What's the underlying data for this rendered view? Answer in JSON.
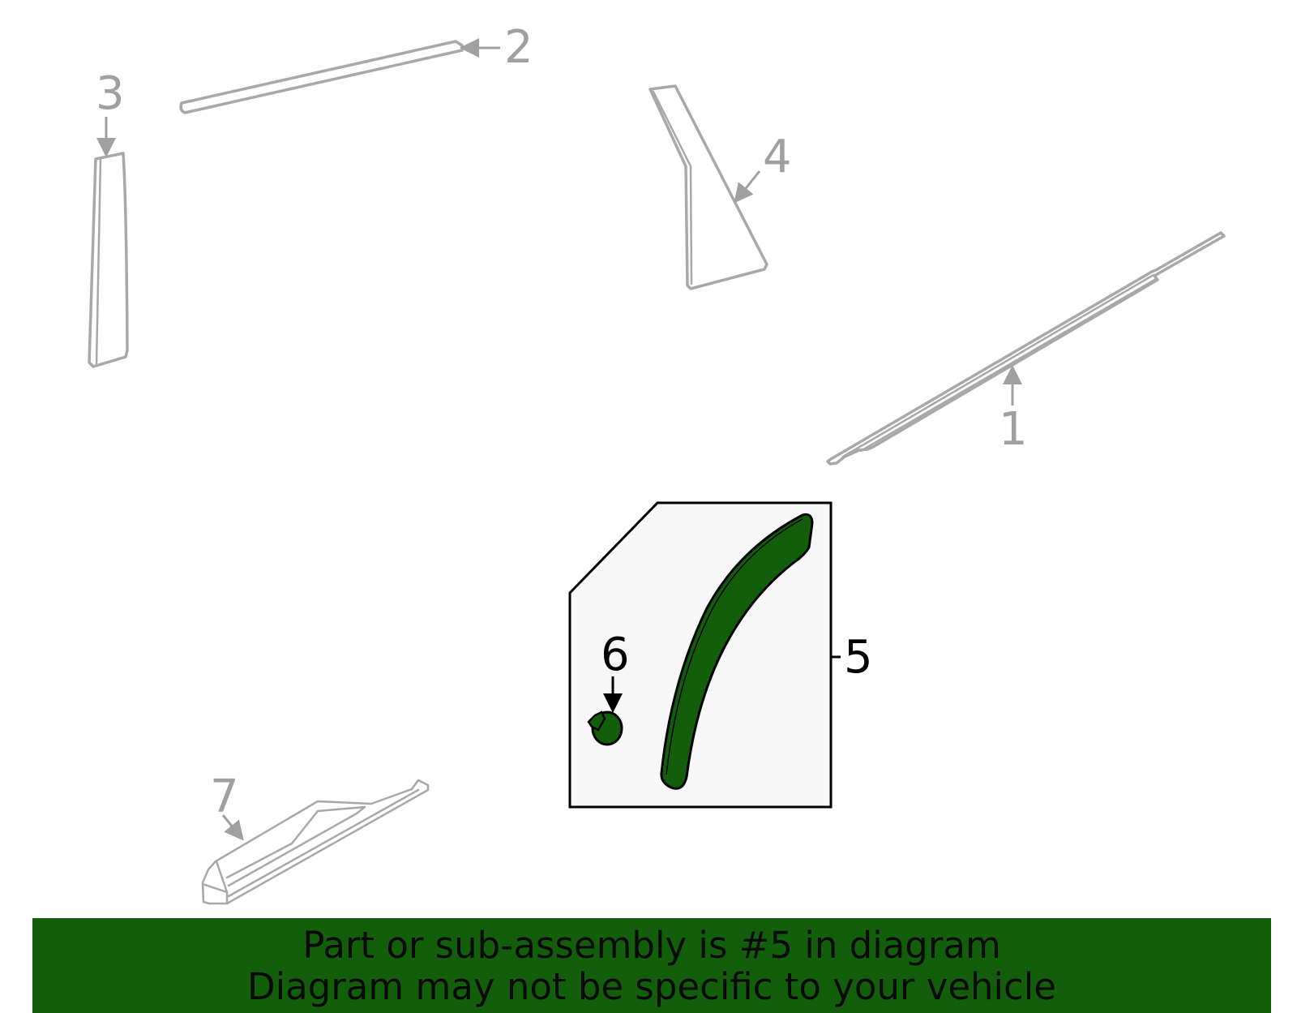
{
  "callouts": {
    "c1": "1",
    "c2": "2",
    "c3": "3",
    "c4": "4",
    "c5": "5",
    "c6": "6",
    "c7": "7"
  },
  "highlight": {
    "part_number": "5",
    "fill_color": "#135e0b",
    "box_fill": "#f7f7f7"
  },
  "colors": {
    "inactive_part": "#a8a8a8",
    "banner_bg": "#135e0b"
  },
  "banner": {
    "line1": "Part or sub-assembly is #5 in diagram",
    "line2": "Diagram may not be specific to your vehicle"
  }
}
